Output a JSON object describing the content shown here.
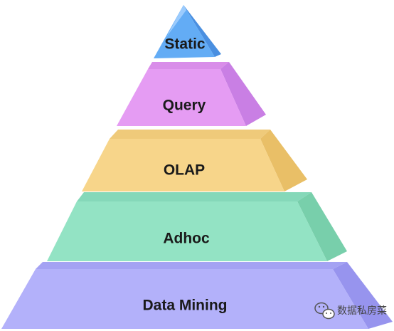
{
  "diagram": {
    "type": "layered-pyramid",
    "tiers": [
      {
        "id": "static",
        "label": "Static",
        "front": "#63acf5",
        "side": "#4a8fe0",
        "top": "#a9d3ff"
      },
      {
        "id": "query",
        "label": "Query",
        "front": "#e59cf3",
        "side": "#c97fe4",
        "top": "#d98de9"
      },
      {
        "id": "olap",
        "label": "OLAP",
        "front": "#f7d58a",
        "side": "#e9bf67",
        "top": "#efca7a"
      },
      {
        "id": "adhoc",
        "label": "Adhoc",
        "front": "#93e3c4",
        "side": "#78cfab",
        "top": "#85d8b9"
      },
      {
        "id": "data-mining",
        "label": "Data Mining",
        "front": "#b3b1fa",
        "side": "#9794ee",
        "top": "#a4a2f3"
      }
    ]
  },
  "watermark": {
    "text": "数据私房菜",
    "icon": "wechat-icon"
  }
}
